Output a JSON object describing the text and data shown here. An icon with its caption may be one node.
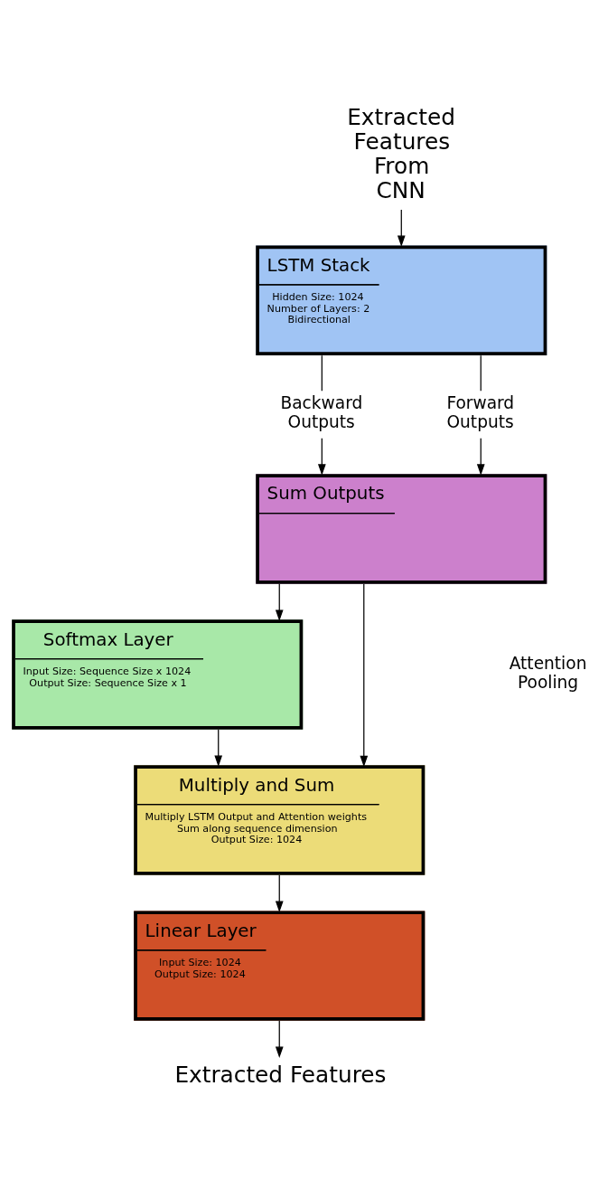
{
  "diagram": {
    "nodes": [
      {
        "text": [
          "Extracted Features From CNN"
        ]
      },
      {
        "text": [
          "LSTM Stack",
          "Hidden Size: 1024",
          "Number of Layers: 2",
          "Bidirectional"
        ]
      },
      {
        "text": [
          "Backward Outputs"
        ]
      },
      {
        "text": [
          "Forward Outputs"
        ]
      },
      {
        "text": [
          "Sum Outputs"
        ]
      },
      {
        "text": [
          "Softmax Layer",
          "Input Size: Sequence Size x 1024",
          "Output Size: Sequence Size x 1"
        ]
      },
      {
        "text": [
          "Multiply and Sum",
          "Multiply LSTM Output and Attention weights",
          "Sum along sequence dimension",
          "Output Size: 1024"
        ]
      },
      {
        "text": [
          "Linear Layer",
          "Input Size: 1024",
          "Output Size: 1024"
        ]
      },
      {
        "text": [
          "Extracted Features"
        ]
      }
    ],
    "edges": [
      {
        "from": 0,
        "to": 1,
        "arrow": "to"
      },
      {
        "from": 1,
        "to": 2,
        "arrow": "none"
      },
      {
        "from": 1,
        "to": 3,
        "arrow": "none"
      },
      {
        "from": 2,
        "to": 4,
        "arrow": "to"
      },
      {
        "from": 3,
        "to": 4,
        "arrow": "to"
      },
      {
        "from": 4,
        "to": 5,
        "arrow": "to"
      },
      {
        "from": 4,
        "to": 6,
        "arrow": "to"
      },
      {
        "from": 5,
        "to": 6,
        "arrow": "to"
      },
      {
        "from": 6,
        "to": 7,
        "arrow": "to"
      },
      {
        "from": 7,
        "to": 8,
        "arrow": "to"
      }
    ],
    "labels": [
      "Attention Pooling"
    ]
  }
}
